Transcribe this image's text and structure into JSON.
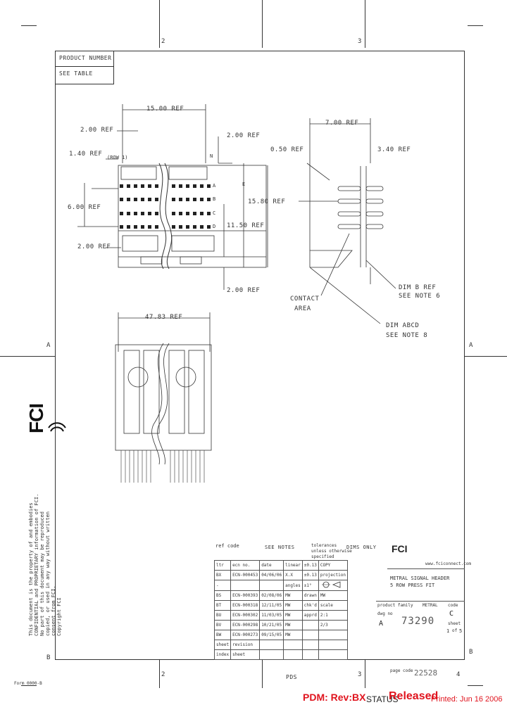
{
  "grid": {
    "col_2_top": "2",
    "col_3_top": "3",
    "col_2_bottom": "2",
    "col_3_bottom": "3",
    "col_4_bottom": "4",
    "row_a_left": "A",
    "row_a_right": "A",
    "row_b_left": "B",
    "row_b_right": "B"
  },
  "product_box": {
    "label": "PRODUCT NUMBER",
    "value": "SEE TABLE"
  },
  "dimensions": {
    "d1": "15.00 REF",
    "d2": "2.00 REF",
    "d3": "2.00 REF",
    "d4": "1.40 REF",
    "d5": "6.00 REF",
    "d6": "15.80 REF",
    "d7": "11.50 REF",
    "d8": "2.00 REF",
    "d9": "2.00 REF",
    "d10": "47.83 REF",
    "d11": "7.00 REF",
    "d12": "0.50 REF",
    "d13": "3.40 REF",
    "row1": "(ROW 1)",
    "col_n": "N",
    "pin_a": "A",
    "pin_b": "B",
    "pin_c": "C",
    "pin_d": "D",
    "pin_e": "E",
    "dim_b": "DIM B REF",
    "see_note_6": "SEE NOTE 6",
    "contact": "CONTACT",
    "area": "AREA",
    "dim_abcd": "DIM ABCD",
    "see_note_8": "SEE NOTE 8"
  },
  "logo": {
    "text": "FCI"
  },
  "confidential": {
    "line1": "This document is the property of and embodies",
    "line2": "CONFIDENTIAL and PROPRIETARY information of FCI.",
    "line3": "No part of this document may be reproduced",
    "line4": "copied, or used in any way without written",
    "line5": "consent from FCI.",
    "line6": "Copyright FCI"
  },
  "left_code": "Form 0000-B",
  "title_block": {
    "ref_code": "ref code",
    "see_notes": "SEE NOTES",
    "tolerance_header": "tolerances unless otherwise specified",
    "dims_only": "DIMS ONLY",
    "linear_label": "linear",
    "linear_value": "±0.13",
    "xx_label": "X.X",
    "xx_value": "±0.13",
    "angles_label": "angles",
    "angles_value": "±1°",
    "scale_label": "scale",
    "scale_value": "2:1",
    "projection_label": "projection",
    "copy_label": "COPY",
    "company_url": "www.fciconnect.com",
    "title_line1": "METRAL SIGNAL HEADER",
    "title_line2": "5 ROW PRESS FIT",
    "product_family_label": "product family",
    "product_family_value": "METRAL",
    "drawing_label": "dwg no",
    "drawing_number": "73290",
    "code_label": "code",
    "code_value": "C",
    "sheet_label": "sheet",
    "sheet_value": "1",
    "sheet_of": "of",
    "sheet_total": "5",
    "size_label": "A",
    "drawn_by": "MW",
    "initials_right": "2/3",
    "cols": [
      "ltr",
      "ecn no.",
      "date",
      "drawn",
      "chk'd",
      "apprd"
    ],
    "revs": [
      {
        "ltr": "BX",
        "ecn": "ECN-000453",
        "date": "04/06/06",
        "drawn": "",
        "chk": "",
        "app": ""
      },
      {
        "ltr": "-",
        "ecn": "",
        "date": "",
        "drawn": "",
        "chk": "",
        "app": ""
      },
      {
        "ltr": "BS",
        "ecn": "ECN-000393",
        "date": "02/08/06",
        "drawn": "MW",
        "chk": "",
        "app": ""
      },
      {
        "ltr": "BT",
        "ecn": "ECN-000318",
        "date": "12/11/05",
        "drawn": "MW",
        "chk": "",
        "app": ""
      },
      {
        "ltr": "BU",
        "ecn": "ECN-000302",
        "date": "11/03/05",
        "drawn": "MW",
        "chk": "",
        "app": ""
      },
      {
        "ltr": "BV",
        "ecn": "ECN-000298",
        "date": "10/21/05",
        "drawn": "MW",
        "chk": "",
        "app": ""
      },
      {
        "ltr": "BW",
        "ecn": "ECN-000273",
        "date": "09/15/05",
        "drawn": "MW",
        "chk": "",
        "app": ""
      }
    ],
    "sheet_row_label": "sheet",
    "revision_row_label": "revision",
    "index_label": "index",
    "sheet_index_label": "sheet",
    "page_code_label": "page code",
    "page_code_value": "22528"
  },
  "bottom_center": "PDS",
  "status": {
    "pdm": "PDM: Rev:BX",
    "status_label": "STATUS",
    "status_value": "Released",
    "printed": "Printed: Jun 16 2006"
  }
}
